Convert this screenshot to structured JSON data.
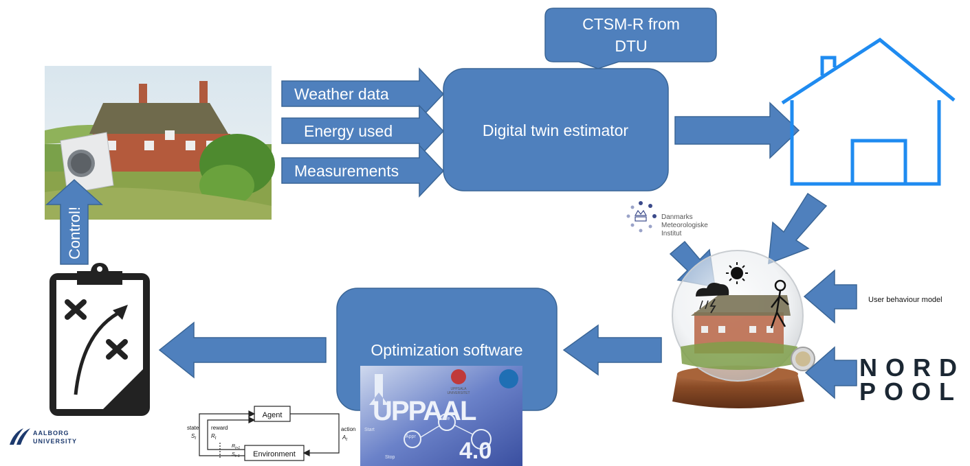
{
  "diagram": {
    "top_callout": {
      "line1": "CTSM-R from",
      "line2": "DTU"
    },
    "inputs": [
      "Weather data",
      "Energy used",
      "Measurements"
    ],
    "estimator": "Digital twin estimator",
    "optimizer": "Optimization software",
    "control": "Control!",
    "dmi": {
      "line1": "Danmarks",
      "line2": "Meteorologiske",
      "line3": "Institut"
    },
    "user_model": "User behaviour model",
    "nordpool": {
      "line1": "NORD",
      "line2": "POOL"
    },
    "aalborg": {
      "line1": "AALBORG",
      "line2": "UNIVERSITY"
    },
    "rl": {
      "agent": "Agent",
      "environment": "Environment",
      "state": "state",
      "reward": "reward",
      "action": "action",
      "state_sym": "S",
      "reward_sym": "R",
      "action_sym": "A",
      "sub_t": "t",
      "sub_t1": "t+1"
    },
    "uppaal": {
      "title": "UPPAAL",
      "version": "4.0",
      "univ1": "UPPSALA",
      "univ2": "UNIVERSITET",
      "loc1": "Start",
      "loc2": "Appr",
      "loc3": "Safe",
      "loc4": "Stop"
    }
  },
  "colors": {
    "block_fill": "#4f80bd",
    "block_stroke": "#3a6596",
    "house_outline": "#1f8bf0",
    "nordpool_text": "#1b2733",
    "clipboard": "#222222"
  }
}
